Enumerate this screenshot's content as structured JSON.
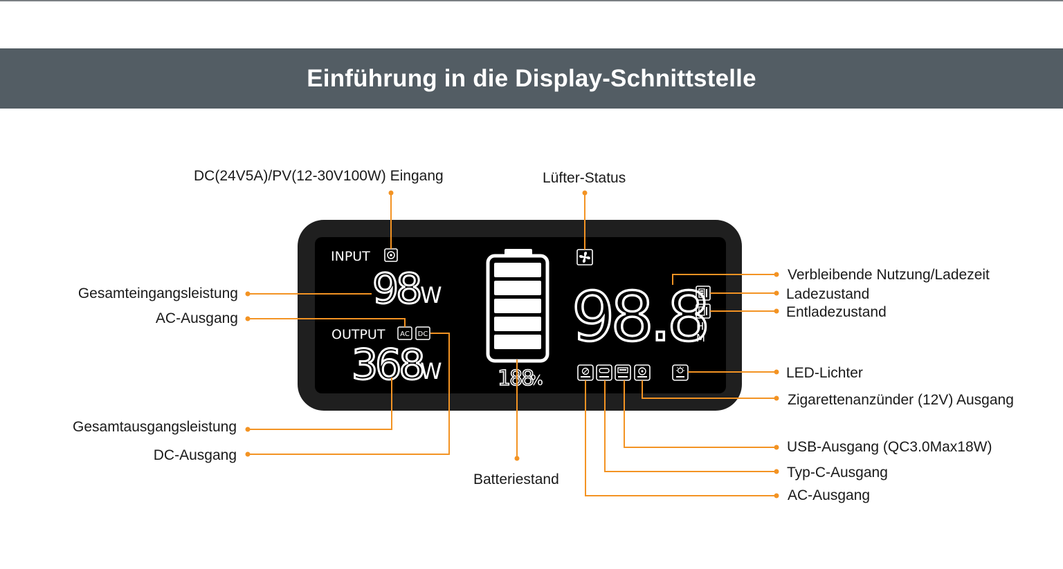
{
  "title": "Einführung in die Display-Schnittstelle",
  "colors": {
    "banner": "#535d64",
    "accent": "#f39323",
    "screen": "#000000",
    "frame": "#1f1f1f",
    "lcd": "#ffffff"
  },
  "display": {
    "input_label": "INPUT",
    "input_value": "98",
    "input_unit": "W",
    "output_label": "OUTPUT",
    "output_value": "368",
    "output_unit": "W",
    "battery_percent": "188",
    "percent_sign": "%",
    "time_value": "98.8",
    "time_unit_h": "H",
    "time_unit_m": "M",
    "ac_badge": "AC",
    "dc_badge": "DC",
    "battery_level_fraction": 1.0,
    "icons": [
      "dc-input-icon",
      "fan-icon",
      "ac-out-icon",
      "type-c-icon",
      "usb-icon",
      "car-icon",
      "led-icon",
      "charging-icon",
      "discharging-icon"
    ]
  },
  "labels": {
    "dc_input": "DC(24V5A)/PV(12-30V100W) Eingang",
    "fan_status": "Lüfter-Status",
    "total_input": "Gesamteingangsleistung",
    "ac_output_left": "AC-Ausgang",
    "total_output": "Gesamtausgangsleistung",
    "dc_output": "DC-Ausgang",
    "battery_level": "Batteriestand",
    "remaining_time": "Verbleibende Nutzung/Ladezeit",
    "charging": "Ladezustand",
    "discharging": "Entladezustand",
    "led_lights": "LED-Lichter",
    "cigarette": "Zigarettenanzünder (12V) Ausgang",
    "usb_output": "USB-Ausgang (QC3.0Max18W)",
    "typec_output": "Typ-C-Ausgang",
    "ac_output_right": "AC-Ausgang"
  }
}
